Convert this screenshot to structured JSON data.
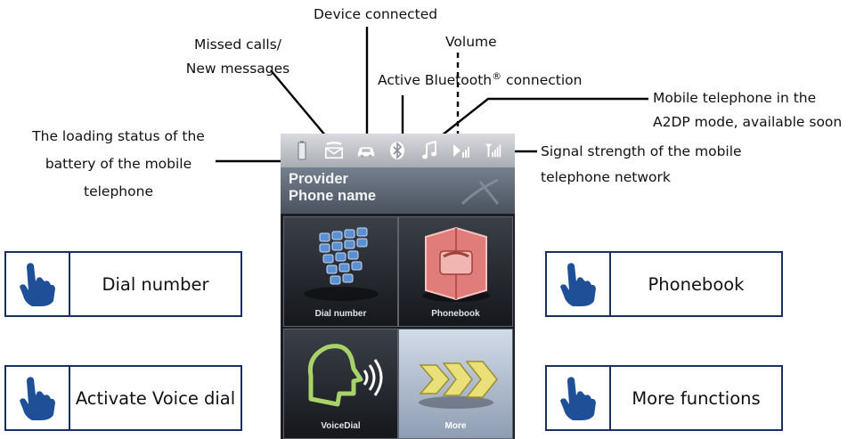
{
  "annotations": {
    "device_connected": "Device connected",
    "missed_calls_line1": "Missed calls/",
    "missed_calls_line2": "New messages",
    "volume": "Volume",
    "bluetooth_prefix": "Active Bluetooth",
    "bluetooth_reg": "®",
    "bluetooth_suffix": " connection",
    "a2dp_line1": "Mobile telephone in the",
    "a2dp_line2": "A2DP mode, available soon",
    "battery_line1": "The loading status of the",
    "battery_line2": "battery of the mobile",
    "battery_line3": "telephone",
    "signal_line1": "Signal strength of the mobile",
    "signal_line2": "telephone network"
  },
  "screen": {
    "provider": "Provider",
    "phone_name": "Phone name",
    "tiles": [
      "Dial number",
      "Phonebook",
      "VoiceDial",
      "More"
    ]
  },
  "buttons": {
    "dial_number": "Dial number",
    "phonebook": "Phonebook",
    "voice_dial": "Activate Voice dial",
    "more_functions": "More functions"
  },
  "status_icons": [
    "battery-icon",
    "envelope-icon",
    "car-icon",
    "bluetooth-icon",
    "music-note-icon",
    "volume-bars-icon",
    "signal-strength-icon"
  ],
  "colors": {
    "button_border": "#1b2f63",
    "hand": "#1f4f96",
    "screen_bg": "#1c1d22"
  }
}
